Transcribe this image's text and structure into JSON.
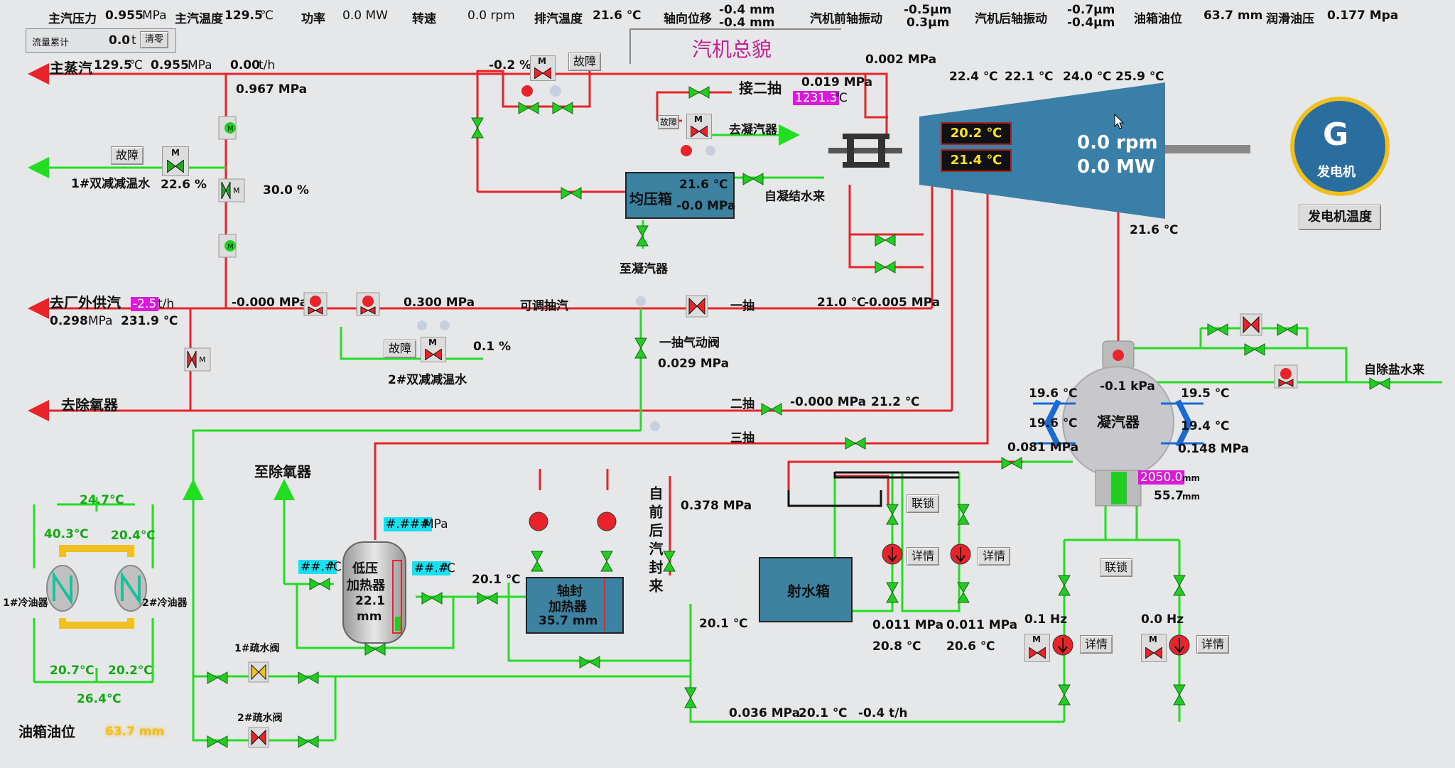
{
  "header": {
    "main_pressure_label": "主汽压力",
    "main_pressure": "0.955",
    "main_pressure_unit": "MPa",
    "main_temp_label": "主汽温度",
    "main_temp": "129.5",
    "main_temp_unit": "℃",
    "power_label": "功率",
    "power": "0.0 MW",
    "speed_label": "转速",
    "speed": "0.0 rpm",
    "exhaust_temp_label": "排汽温度",
    "exhaust_temp": "21.6 ℃",
    "axial_label": "轴向位移",
    "axial_1": "-0.4 mm",
    "axial_2": "-0.4 mm",
    "front_vib_label": "汽机前轴振动",
    "front_vib_1": "-0.5μm",
    "front_vib_2": "0.3μm",
    "rear_vib_label": "汽机后轴振动",
    "rear_vib_1": "-0.7μm",
    "rear_vib_2": "-0.4μm",
    "oil_level_label": "油箱油位",
    "oil_level": "63.7 mm",
    "lube_label": "润滑油压",
    "lube": "0.177 Mpa"
  },
  "flow_total": {
    "label": "流量累计",
    "value": "0.0",
    "unit": "t",
    "clear": "清零"
  },
  "title": "汽机总貌",
  "main_steam": {
    "label": "主蒸汽",
    "temp": "129.5",
    "temp_unit": "℃",
    "pressure": "0.955",
    "pressure_unit": "MPa",
    "flow": "0.00",
    "flow_unit": "t/h",
    "branch_pressure": "0.967 MPa"
  },
  "desuper1": {
    "fault": "故障",
    "m": "M",
    "label": "1#双减减温水",
    "value": "22.6 %",
    "valve_value": "30.0 %"
  },
  "top_valve": {
    "percent": "-0.2 %",
    "fault": "故障",
    "m": "M"
  },
  "pressure_002": "0.002 MPa",
  "second_extraction_top": {
    "label": "接二抽",
    "pressure": "0.019 MPa",
    "temp": "1231.3",
    "temp_unit": "℃"
  },
  "to_condenser_1": {
    "fault": "故障",
    "m": "M",
    "label": "去凝汽器"
  },
  "balance_tank": {
    "label": "均压箱",
    "temp": "21.6 ℃",
    "pressure": "-0.0 MPa",
    "to_condenser": "至凝汽器",
    "condensate_in": "自凝结水来"
  },
  "turbine": {
    "t1": "22.4 ℃",
    "t2": "22.1 ℃",
    "t3": "24.0 ℃",
    "t4": "25.9 ℃",
    "disp1": "20.2 ℃",
    "disp2": "21.4 ℃",
    "rpm": "0.0 rpm",
    "mw": "0.0 MW",
    "bottom_temp": "21.6 ℃"
  },
  "generator": {
    "letter": "G",
    "label": "发电机",
    "temp_button": "发电机温度"
  },
  "external_steam": {
    "label": "去厂外供汽",
    "flow": "-2.5",
    "flow_unit": "t/h",
    "pressure": "0.298",
    "pressure_unit": "MPa",
    "temp": "231.9 ℃",
    "p2": "-0.000 MPa",
    "p3": "0.300 MPa",
    "adjustable": "可调抽汽",
    "first_ext": "一抽",
    "first_temp": "21.0 ℃",
    "first_pressure": "-0.005 MPa"
  },
  "desuper2": {
    "fault": "故障",
    "m": "M",
    "label": "2#双减减温水",
    "value": "0.1 %"
  },
  "first_ext_valve": {
    "label": "一抽气动阀",
    "pressure": "0.029 MPa"
  },
  "deaerator": {
    "label": "去除氧器",
    "second_ext": "二抽",
    "second_pressure": "-0.000 MPa",
    "second_temp": "21.2 ℃",
    "third_ext": "三抽"
  },
  "condenser": {
    "label": "凝汽器",
    "kpa": "-0.1 kPa",
    "lt1": "19.6 ℃",
    "lt2": "19.6 ℃",
    "rt1": "19.5 ℃",
    "rt2": "19.4 ℃",
    "p_left": "0.081 MPa",
    "p_right": "0.148 MPa",
    "level1": "2050.0",
    "level1_unit": "mm",
    "level2": "55.7",
    "level2_unit": "mm",
    "demin": "自除盐水来"
  },
  "lp_heater": {
    "to_deaerator": "至除氧器",
    "pressure": "#.###",
    "pressure_unit": "MPa",
    "t_left": "##.#",
    "t_right": "##.#",
    "temp_unit": "℃",
    "label1": "低压",
    "label2": "加热器",
    "level": "22.1",
    "level_unit": "mm"
  },
  "gland_heater": {
    "temp": "20.1 ℃",
    "label1": "轴封",
    "label2": "加热器",
    "level": "35.7 mm",
    "seal_label": "自前后汽封来",
    "pressure": "0.378 MPa",
    "out_temp": "20.1 ℃"
  },
  "jet_tank": {
    "label": "射水箱",
    "lock": "联锁",
    "detail": "详情",
    "p1": "0.011 MPa",
    "p2": "0.011 MPa",
    "t1": "20.8 ℃",
    "t2": "20.6 ℃"
  },
  "condensate_pumps": {
    "lock": "联锁",
    "detail": "详情",
    "hz1": "0.1 Hz",
    "hz2": "0.0 Hz",
    "m": "M"
  },
  "bottom_line": {
    "pressure": "0.036 MPa",
    "temp": "20.1 ℃",
    "flow": "-0.4 t/h"
  },
  "oil_coolers": {
    "t_top": "24.7℃",
    "t_l": "40.3℃",
    "t_r": "20.4℃",
    "t_bl": "20.7℃",
    "t_br": "20.2℃",
    "t_bottom": "26.4℃",
    "c1": "1#冷油器",
    "c2": "2#冷油器",
    "oil_label": "油箱油位",
    "oil_value": "63.7 mm"
  },
  "drain_valves": {
    "v1": "1#疏水阀",
    "v2": "2#疏水阀"
  },
  "colors": {
    "steam_pipe": "#e8242a",
    "water_pipe": "#22dd22",
    "tank": "#3d82a0",
    "turbine": "#3a7fa8",
    "magenta": "#d81bd8",
    "cyan": "#19e0f0"
  }
}
